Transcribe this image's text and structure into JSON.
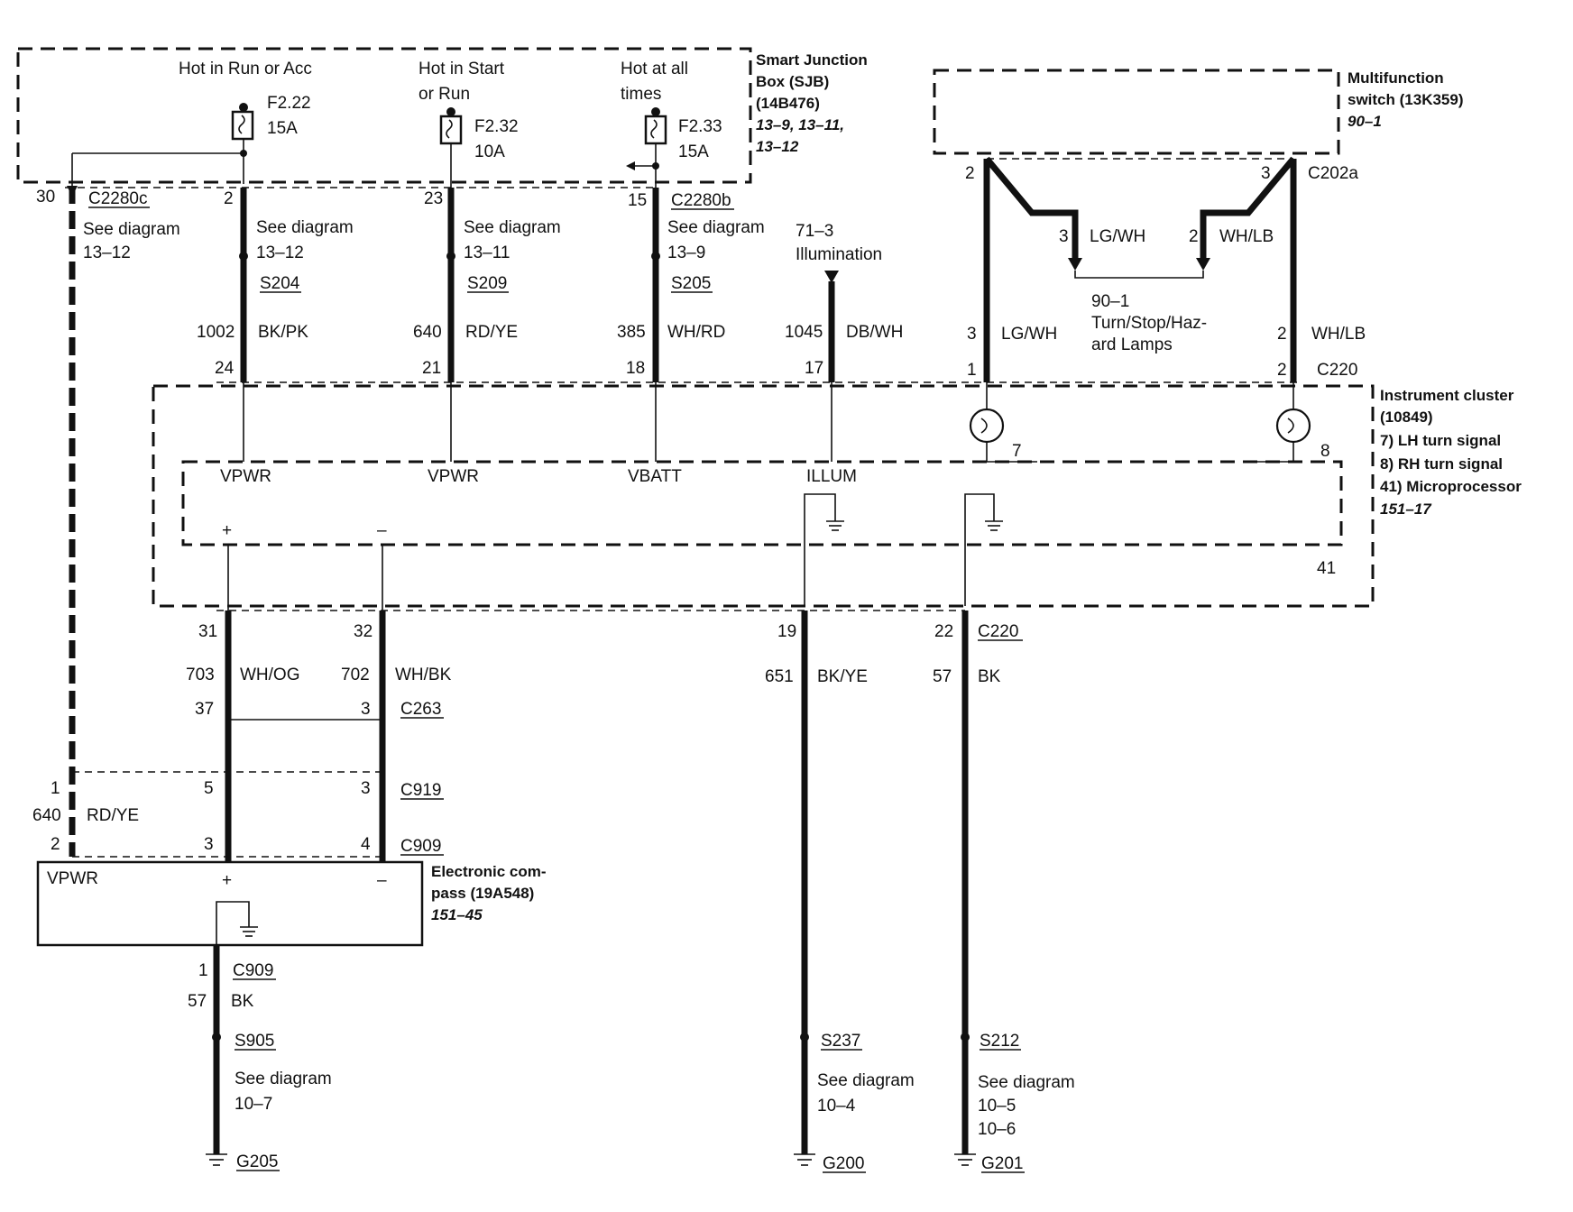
{
  "modules": {
    "sjb": {
      "name1": "Smart Junction",
      "name2": "Box (SJB)",
      "part": "(14B476)",
      "ref1": "13–9, 13–11,",
      "ref2": "13–12"
    },
    "mfs": {
      "name1": "Multifunction",
      "name2": "switch (13K359)",
      "ref": "90–1"
    },
    "cluster": {
      "name": "Instrument cluster",
      "part": "(10849)",
      "i7": "7)   LH turn signal",
      "i8": "8)   RH turn signal",
      "i41": "41) Microprocessor",
      "ref": "151–17"
    },
    "compass": {
      "name1": "Electronic com-",
      "name2": "pass (19A548)",
      "ref": "151–45"
    }
  },
  "fuses": {
    "f222": {
      "hot": "Hot in Run or Acc",
      "id": "F2.22",
      "amp": "15A"
    },
    "f232": {
      "hot1": "Hot in Start",
      "hot2": "or Run",
      "id": "F2.32",
      "amp": "10A"
    },
    "f233": {
      "hot1": "Hot at all",
      "hot2": "times",
      "id": "F2.33",
      "amp": "15A"
    }
  },
  "connectors": {
    "c2280c": "C2280c",
    "c2280b": "C2280b",
    "c202a": "C202a",
    "c220a": "C220",
    "c220b": "C220",
    "c263": "C263",
    "c919": "C919",
    "c909a": "C909",
    "c909b": "C909"
  },
  "splices": {
    "s204": "S204",
    "s209": "S209",
    "s205": "S205",
    "s905": "S905",
    "s237": "S237",
    "s212": "S212"
  },
  "grounds": {
    "g205": "G205",
    "g200": "G200",
    "g201": "G201"
  },
  "labels": {
    "see": "See diagram",
    "d1312a": "13–12",
    "d1312b": "13–12",
    "d1311": "13–11",
    "d139": "13–9",
    "d107": "10–7",
    "d104": "10–4",
    "d105": "10–5",
    "d106": "10–6",
    "illum_ref": "71–3",
    "illum_name": "Illumination",
    "turn_ref": "90–1",
    "turn1": "Turn/Stop/Haz-",
    "turn2": "ard Lamps",
    "vpwr1": "VPWR",
    "vpwr2": "VPWR",
    "vbatt": "VBATT",
    "illum": "ILLUM",
    "vpwr3": "VPWR",
    "plus1": "+",
    "minus1": "–",
    "plus2": "+",
    "minus2": "–"
  },
  "wires": {
    "c1002": "1002",
    "k1002": "BK/PK",
    "c640a": "640",
    "k640a": "RD/YE",
    "c385": "385",
    "k385": "WH/RD",
    "c1045": "1045",
    "k1045": "DB/WH",
    "klgwh1": "LG/WH",
    "kwhlb1": "WH/LB",
    "klgwh2": "LG/WH",
    "kwhlb2": "WH/LB",
    "c703": "703",
    "k703": "WH/OG",
    "c702": "702",
    "k702": "WH/BK",
    "c651": "651",
    "k651": "BK/YE",
    "c57a": "57",
    "k57a": "BK",
    "c640b": "640",
    "k640b": "RD/YE",
    "c57b": "57",
    "k57b": "BK"
  },
  "pins": {
    "p30": "30",
    "p2a": "2",
    "p23": "23",
    "p15": "15",
    "p24": "24",
    "p21": "21",
    "p18": "18",
    "p17": "17",
    "p2b": "2",
    "p3b": "3",
    "p3c": "3",
    "p2c": "2",
    "p3d": "3",
    "p2d": "2",
    "p1e": "1",
    "p2e": "2",
    "p7": "7",
    "p8": "8",
    "p41": "41",
    "p31": "31",
    "p32": "32",
    "p37": "37",
    "p3f": "3",
    "p19": "19",
    "p22": "22",
    "p1g": "1",
    "p5g": "5",
    "p3g": "3",
    "p2h": "2",
    "p3h": "3",
    "p4h": "4",
    "p1i": "1"
  }
}
